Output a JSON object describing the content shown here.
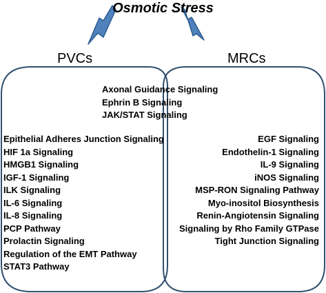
{
  "title": "Osmotic Stress",
  "groups": {
    "left": "PVCs",
    "right": "MRCs"
  },
  "shared_items": [
    "Axonal Guidance Signaling",
    "Ephrin B Signaling",
    "JAK/STAT Signaling"
  ],
  "left_items": [
    "Epithelial Adheres Junction Signaling",
    "HIF 1a Signaling",
    "HMGB1 Signaling",
    "IGF-1 Signaling",
    "ILK Signaling",
    "IL-6 Signaling",
    "IL-8 Signaling",
    "PCP Pathway",
    "Prolactin Signaling",
    "Regulation of the EMT Pathway",
    "STAT3 Pathway"
  ],
  "right_items": [
    "EGF Signaling",
    "Endothelin-1 Signaling",
    "IL-9 Signaling",
    "iNOS Signaling",
    "MSP-RON Signaling Pathway",
    "Myo-inositol Biosynthesis",
    "Renin-Angiotensin Signaling",
    "Signaling by Rho Family GTPase",
    "Tight Junction Signaling"
  ],
  "colors": {
    "lightning_fill": "#4f81bd",
    "lightning_stroke": "#2c5d8f",
    "outline": "#2f4f6f",
    "text": "#000000"
  },
  "icons": [
    "lightning-bolt-icon",
    "lightning-bolt-icon"
  ]
}
